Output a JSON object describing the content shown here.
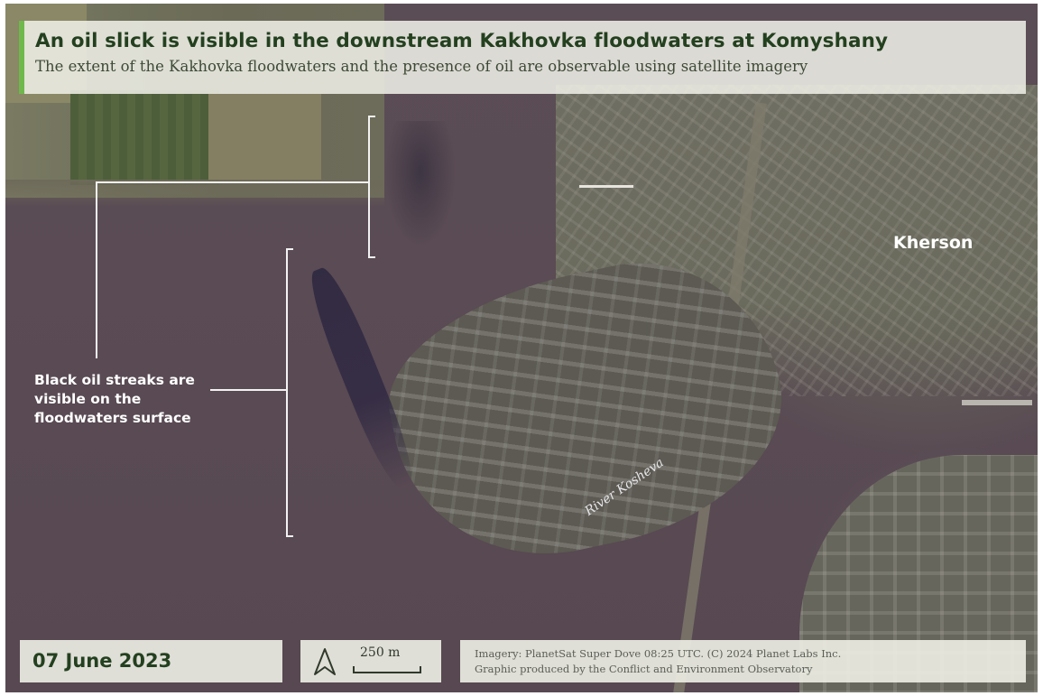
{
  "header": {
    "title": "An oil slick is visible in the downstream Kakhovka floodwaters at Komyshany",
    "subtitle": "The extent of the Kakhovka floodwaters and the presence of oil are observable using satellite imagery"
  },
  "annotation": {
    "label": "Black oil streaks are visible on the floodwaters surface"
  },
  "places": {
    "city": "Kherson",
    "river": "River Kosheva"
  },
  "footer": {
    "date": "07 June 2023",
    "scale_label": "250 m",
    "credit_line1": "Imagery: PlanetSat Super Dove 08:25 UTC. (C) 2024 Planet Labs Inc.",
    "credit_line2": "Graphic produced by the Conflict and Environment Observatory"
  },
  "colors": {
    "accent": "#6fb84c",
    "title_text": "#23401f",
    "panel_bg": "#eeeee6"
  },
  "icons": {
    "north": "north-arrow-icon"
  }
}
